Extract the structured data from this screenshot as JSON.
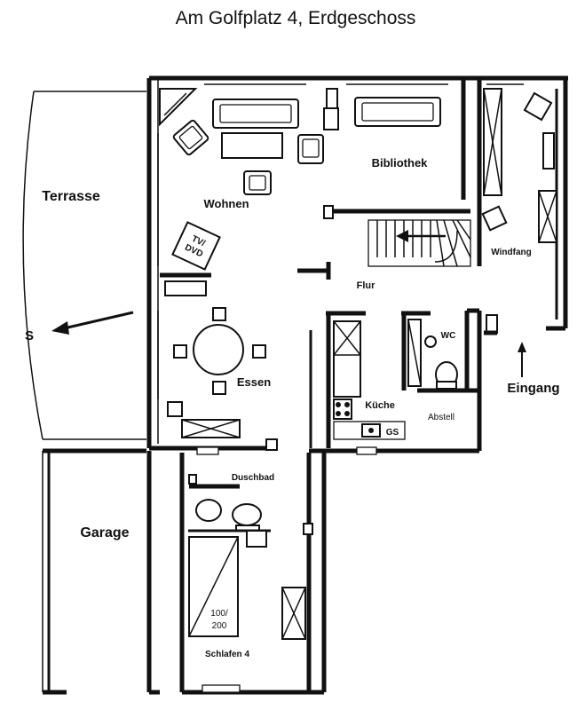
{
  "title": "Am Golfplatz 4, Erdgeschoss",
  "rooms": {
    "terrasse": "Terrasse",
    "wohnen": "Wohnen",
    "bibliothek": "Bibliothek",
    "flur": "Flur",
    "windfang": "Windfang",
    "essen": "Essen",
    "kueche": "Küche",
    "wc": "WC",
    "abstell": "Abstell",
    "eingang": "Eingang",
    "duschbad": "Duschbad",
    "garage": "Garage",
    "schlafen": "Schlafen 4"
  },
  "markers": {
    "south": "S",
    "tv": "TV/",
    "dvd": "DVD",
    "gas": "GS",
    "bed_size_top": "100/",
    "bed_size_bottom": "200"
  },
  "colors": {
    "line": "#111111",
    "background": "#ffffff"
  }
}
